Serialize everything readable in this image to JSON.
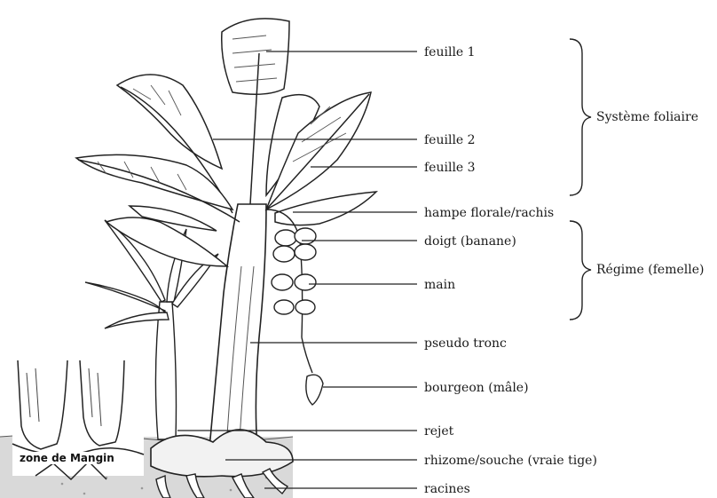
{
  "labels": [
    {
      "key": "feuille1",
      "text": "feuille 1"
    },
    {
      "key": "feuille2",
      "text": "feuille 2"
    },
    {
      "key": "feuille3",
      "text": "feuille 3"
    },
    {
      "key": "hampe",
      "text": "hampe florale/rachis"
    },
    {
      "key": "doigt",
      "text": "doigt (banane)"
    },
    {
      "key": "main",
      "text": "main"
    },
    {
      "key": "pseudotronc",
      "text": "pseudo tronc"
    },
    {
      "key": "bourgeon",
      "text": "bourgeon (mâle)"
    },
    {
      "key": "rejet",
      "text": "rejet"
    },
    {
      "key": "rhizome",
      "text": "rhizome/souche (vraie tige)"
    },
    {
      "key": "racines",
      "text": "racines"
    }
  ],
  "groups": [
    {
      "key": "foliaire",
      "text": "Système foliaire"
    },
    {
      "key": "regime",
      "text": "Régime (femelle)"
    }
  ],
  "zone_label": "zone de Mangin"
}
